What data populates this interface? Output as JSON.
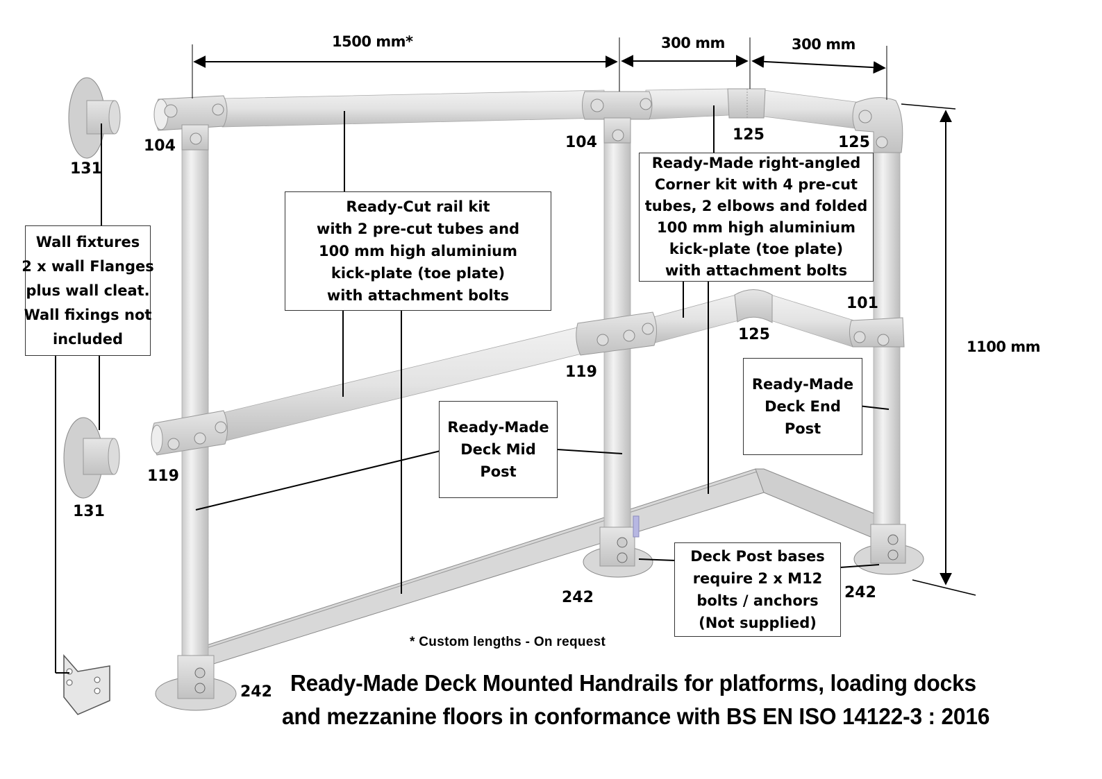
{
  "dimensions": {
    "span_main": "1500 mm*",
    "span_corner_a": "300 mm",
    "span_corner_b": "300 mm",
    "height": "1100 mm"
  },
  "part_numbers": {
    "tee_left": "104",
    "tee_mid": "104",
    "elbow_top_corner": "125",
    "elbow_top_right": "125",
    "elbow_mid_corner": "125",
    "crossover_left": "119",
    "crossover_mid": "119",
    "short_tee_right": "101",
    "wall_flange_top": "131",
    "wall_flange_bottom": "131",
    "base_left": "242",
    "base_mid": "242",
    "base_right": "242"
  },
  "callouts": {
    "wall_fixtures": [
      "Wall fixtures",
      "2 x wall Flanges",
      "plus wall cleat.",
      "Wall fixings not",
      "included"
    ],
    "rail_kit": [
      "Ready-Cut rail kit",
      "with 2 pre-cut tubes and",
      "100 mm high aluminium",
      "kick-plate (toe plate)",
      "with attachment bolts"
    ],
    "corner_kit": [
      "Ready-Made right-angled",
      "Corner kit with 4 pre-cut",
      "tubes, 2 elbows and folded",
      "100 mm high aluminium",
      "kick-plate (toe plate)",
      "with attachment bolts"
    ],
    "mid_post": [
      "Ready-Made",
      "Deck Mid",
      "Post"
    ],
    "end_post": [
      "Ready-Made",
      "Deck End",
      "Post"
    ],
    "base_note": [
      "Deck Post bases",
      "require 2 x M12",
      "bolts / anchors",
      "(Not supplied)"
    ]
  },
  "footnote": "* Custom lengths - On request",
  "title": {
    "line1": "Ready-Made Deck Mounted Handrails for platforms, loading docks",
    "line2": "and mezzanine floors in conformance with BS EN ISO 14122-3 : 2016"
  },
  "colors": {
    "tube": "#e4e4e4",
    "tube_shade": "#bdbdbd",
    "fitting": "#d6d6d6",
    "plate": "#dcdcdc",
    "line": "#000000"
  }
}
